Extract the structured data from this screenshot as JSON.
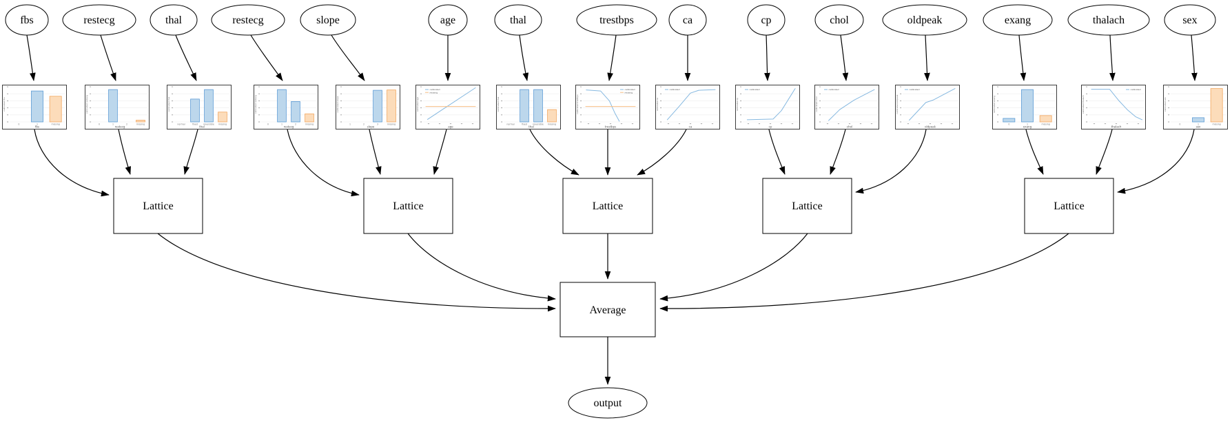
{
  "diagram": {
    "input_nodes": [
      {
        "label": "fbs"
      },
      {
        "label": "restecg"
      },
      {
        "label": "thal"
      },
      {
        "label": "restecg"
      },
      {
        "label": "slope"
      },
      {
        "label": "age"
      },
      {
        "label": "thal"
      },
      {
        "label": "trestbps"
      },
      {
        "label": "ca"
      },
      {
        "label": "cp"
      },
      {
        "label": "chol"
      },
      {
        "label": "oldpeak"
      },
      {
        "label": "exang"
      },
      {
        "label": "thalach"
      },
      {
        "label": "sex"
      }
    ],
    "lattice_nodes": [
      {
        "label": "Lattice"
      },
      {
        "label": "Lattice"
      },
      {
        "label": "Lattice"
      },
      {
        "label": "Lattice"
      },
      {
        "label": "Lattice"
      }
    ],
    "average_node": {
      "label": "Average"
    },
    "output_node": {
      "label": "output"
    }
  },
  "legend_labels": {
    "calibrated": "calibrated",
    "missing": "missing"
  },
  "colors": {
    "bar_blue_fill": "#bcd7ec",
    "bar_blue_edge": "#5b9bd5",
    "bar_orange_fill": "#fcdcba",
    "bar_orange_edge": "#f2a65e",
    "line_blue": "#85b8e0",
    "line_orange": "#f6bd82",
    "grid": "#ececec",
    "tick": "#9a9a9a"
  },
  "calibration_plots": [
    {
      "feature": "fbs",
      "type": "bar",
      "xlabel": "fbs",
      "ylabel": "calibrated fbs",
      "categories": [
        "0",
        "1",
        "missing"
      ],
      "values": [
        0,
        0.88,
        0.73
      ],
      "bar_colors": [
        null,
        "blue",
        "orange"
      ]
    },
    {
      "feature": "restecg",
      "type": "bar",
      "xlabel": "restecg",
      "ylabel": "calibrated restecg",
      "categories": [
        "0",
        "1",
        "2",
        "missing"
      ],
      "values": [
        0,
        0.92,
        0,
        0.05
      ],
      "bar_colors": [
        null,
        "blue",
        null,
        "orange"
      ]
    },
    {
      "feature": "thal",
      "type": "bar",
      "xlabel": "thal",
      "ylabel": "calibrated thal",
      "categories": [
        "normal",
        "fixed",
        "reversible",
        "missing"
      ],
      "values": [
        0,
        0.65,
        0.92,
        0.28
      ],
      "bar_colors": [
        null,
        "blue",
        "blue",
        "orange"
      ]
    },
    {
      "feature": "restecg",
      "type": "bar",
      "xlabel": "restecg",
      "ylabel": "calibrated restecg",
      "categories": [
        "0",
        "1",
        "2",
        "missing"
      ],
      "values": [
        0,
        0.92,
        0.58,
        0.23
      ],
      "bar_colors": [
        null,
        "blue",
        "blue",
        "orange"
      ]
    },
    {
      "feature": "slope",
      "type": "bar",
      "xlabel": "slope",
      "ylabel": "calibrated slope",
      "categories": [
        "1",
        "2",
        "3",
        "missing"
      ],
      "values": [
        0,
        0,
        0.9,
        0.91
      ],
      "bar_colors": [
        null,
        null,
        "blue",
        "orange"
      ]
    },
    {
      "feature": "age",
      "type": "line",
      "xlabel": "age",
      "ylabel": "calibrated age",
      "legend": "top-left",
      "lines": [
        {
          "name": "calibrated",
          "color": "blue",
          "points": [
            [
              0.08,
              0.07
            ],
            [
              0.95,
              0.97
            ]
          ]
        },
        {
          "name": "missing",
          "color": "orange",
          "points": [
            [
              0.05,
              0.44
            ],
            [
              0.95,
              0.44
            ]
          ]
        }
      ]
    },
    {
      "feature": "thal",
      "type": "bar",
      "xlabel": "thal",
      "ylabel": "calibrated thal",
      "categories": [
        "normal",
        "fixed",
        "reversible",
        "missing"
      ],
      "values": [
        0,
        0.92,
        0.92,
        0.35
      ],
      "bar_colors": [
        null,
        "blue",
        "blue",
        "orange"
      ]
    },
    {
      "feature": "trestbps",
      "type": "line",
      "xlabel": "trestbps",
      "ylabel": "calibrated trestbps",
      "legend": "top-right",
      "lines": [
        {
          "name": "calibrated",
          "color": "blue",
          "points": [
            [
              0.06,
              0.91
            ],
            [
              0.32,
              0.88
            ],
            [
              0.48,
              0.6
            ],
            [
              0.58,
              0.25
            ],
            [
              0.66,
              0.02
            ]
          ]
        },
        {
          "name": "missing",
          "color": "orange",
          "points": [
            [
              0.05,
              0.44
            ],
            [
              0.95,
              0.44
            ]
          ]
        }
      ]
    },
    {
      "feature": "ca",
      "type": "line",
      "xlabel": "ca",
      "ylabel": "calibrated ca",
      "legend": "top-left",
      "lines": [
        {
          "name": "calibrated",
          "color": "blue",
          "points": [
            [
              0.08,
              0.06
            ],
            [
              0.3,
              0.45
            ],
            [
              0.5,
              0.82
            ],
            [
              0.65,
              0.9
            ],
            [
              0.95,
              0.92
            ]
          ]
        }
      ]
    },
    {
      "feature": "cp",
      "type": "line",
      "xlabel": "cp",
      "ylabel": "calibrated cp",
      "legend": "top-left",
      "lines": [
        {
          "name": "calibrated",
          "color": "blue",
          "points": [
            [
              0.08,
              0.06
            ],
            [
              0.55,
              0.08
            ],
            [
              0.7,
              0.32
            ],
            [
              0.95,
              0.95
            ]
          ]
        }
      ]
    },
    {
      "feature": "chol",
      "type": "line",
      "xlabel": "chol",
      "ylabel": "calibrated chol",
      "legend": "top-left",
      "lines": [
        {
          "name": "calibrated",
          "color": "blue",
          "points": [
            [
              0.12,
              0.04
            ],
            [
              0.32,
              0.35
            ],
            [
              0.58,
              0.62
            ],
            [
              0.95,
              0.92
            ]
          ]
        }
      ]
    },
    {
      "feature": "oldpeak",
      "type": "line",
      "xlabel": "oldpeak",
      "ylabel": "calibrated oldpeak",
      "legend": "top-left",
      "lines": [
        {
          "name": "calibrated",
          "color": "blue",
          "points": [
            [
              0.12,
              0.05
            ],
            [
              0.42,
              0.55
            ],
            [
              0.55,
              0.62
            ],
            [
              0.95,
              0.95
            ]
          ]
        }
      ]
    },
    {
      "feature": "exang",
      "type": "bar",
      "xlabel": "exang",
      "ylabel": "calibrated exang",
      "categories": [
        "0",
        "1",
        "missing"
      ],
      "values": [
        0.1,
        0.92,
        0.18
      ],
      "bar_colors": [
        "blue",
        "blue",
        "orange"
      ]
    },
    {
      "feature": "thalach",
      "type": "line",
      "xlabel": "thalach",
      "ylabel": "calibrated thalach",
      "legend": "top-right",
      "lines": [
        {
          "name": "calibrated",
          "color": "blue",
          "points": [
            [
              0.05,
              0.93
            ],
            [
              0.38,
              0.93
            ],
            [
              0.55,
              0.6
            ],
            [
              0.7,
              0.35
            ],
            [
              0.85,
              0.15
            ],
            [
              0.97,
              0.06
            ]
          ]
        }
      ]
    },
    {
      "feature": "sex",
      "type": "bar",
      "xlabel": "sex",
      "ylabel": "calibrated sex",
      "categories": [
        "0",
        "1",
        "missing"
      ],
      "values": [
        0,
        0.12,
        0.95
      ],
      "bar_colors": [
        null,
        "blue",
        "orange"
      ]
    }
  ]
}
